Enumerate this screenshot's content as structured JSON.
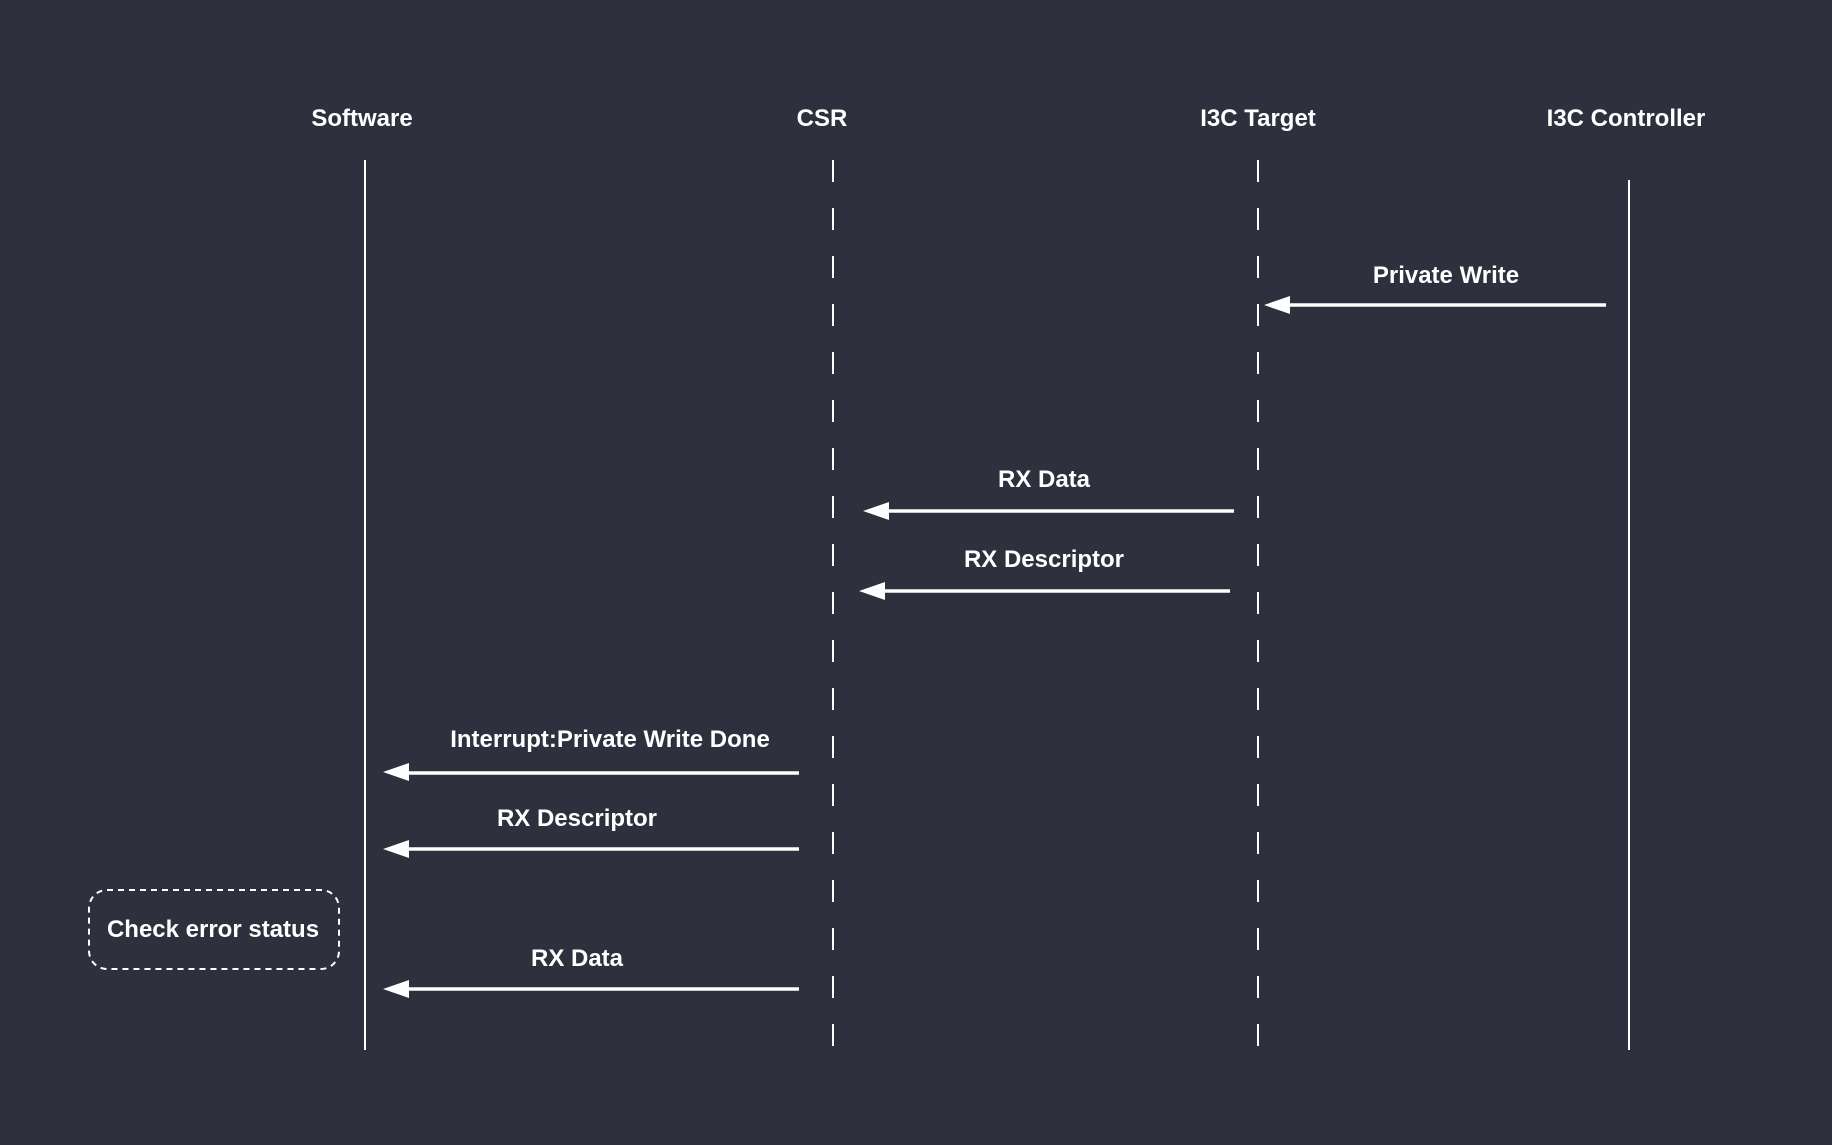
{
  "colors": {
    "background": "#2e303d",
    "foreground": "#ffffff"
  },
  "participants": [
    {
      "id": "software",
      "label": "Software",
      "lifeline_style": "solid"
    },
    {
      "id": "csr",
      "label": "CSR",
      "lifeline_style": "dashed"
    },
    {
      "id": "i3c-target",
      "label": "I3C Target",
      "lifeline_style": "dashed"
    },
    {
      "id": "i3c-controller",
      "label": "I3C Controller",
      "lifeline_style": "solid"
    }
  ],
  "messages": [
    {
      "label": "Private Write",
      "from": "i3c-controller",
      "to": "i3c-target"
    },
    {
      "label": "RX Data",
      "from": "i3c-target",
      "to": "csr"
    },
    {
      "label": "RX Descriptor",
      "from": "i3c-target",
      "to": "csr"
    },
    {
      "label": "Interrupt:Private Write Done",
      "from": "csr",
      "to": "software"
    },
    {
      "label": "RX Descriptor",
      "from": "csr",
      "to": "software"
    },
    {
      "label": "RX Data",
      "from": "csr",
      "to": "software"
    }
  ],
  "notes": [
    {
      "label": "Check error status",
      "participant": "software",
      "style": "dashed-rounded"
    }
  ]
}
